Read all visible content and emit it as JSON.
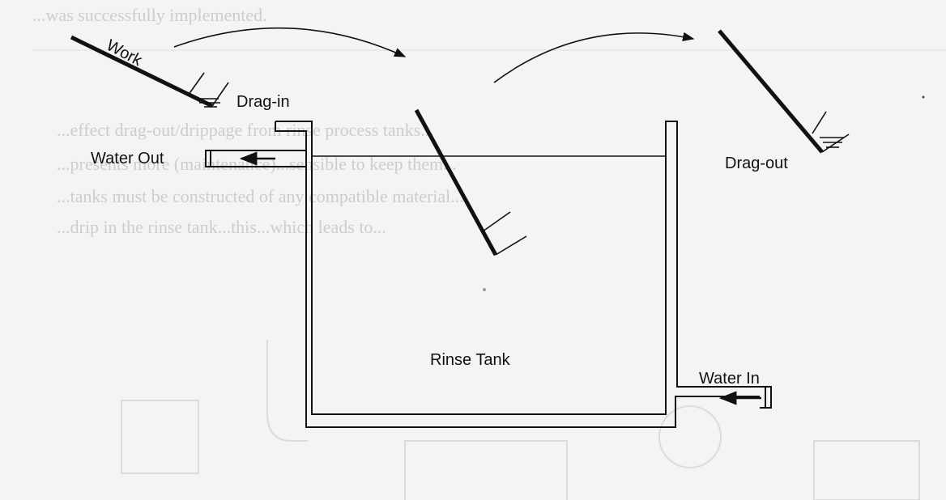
{
  "labels": {
    "work": "Work",
    "drag_in": "Drag-in",
    "water_out": "Water Out",
    "rinse_tank": "Rinse Tank",
    "drag_out": "Drag-out",
    "water_in": "Water In"
  },
  "bleed_through": [
    "...was successfully implemented.",
    "...effect drag-out/drippage from rinse process tanks...",
    "...presents more (maintenance)...sensible to keep them...",
    "...tanks must be constructed of any compatible material...",
    "...drip in the rinse tank...this...which leads to..."
  ],
  "colors": {
    "ink": "#111111",
    "background": "#f4f4f4",
    "bleed_through": "#c9c9c9"
  }
}
